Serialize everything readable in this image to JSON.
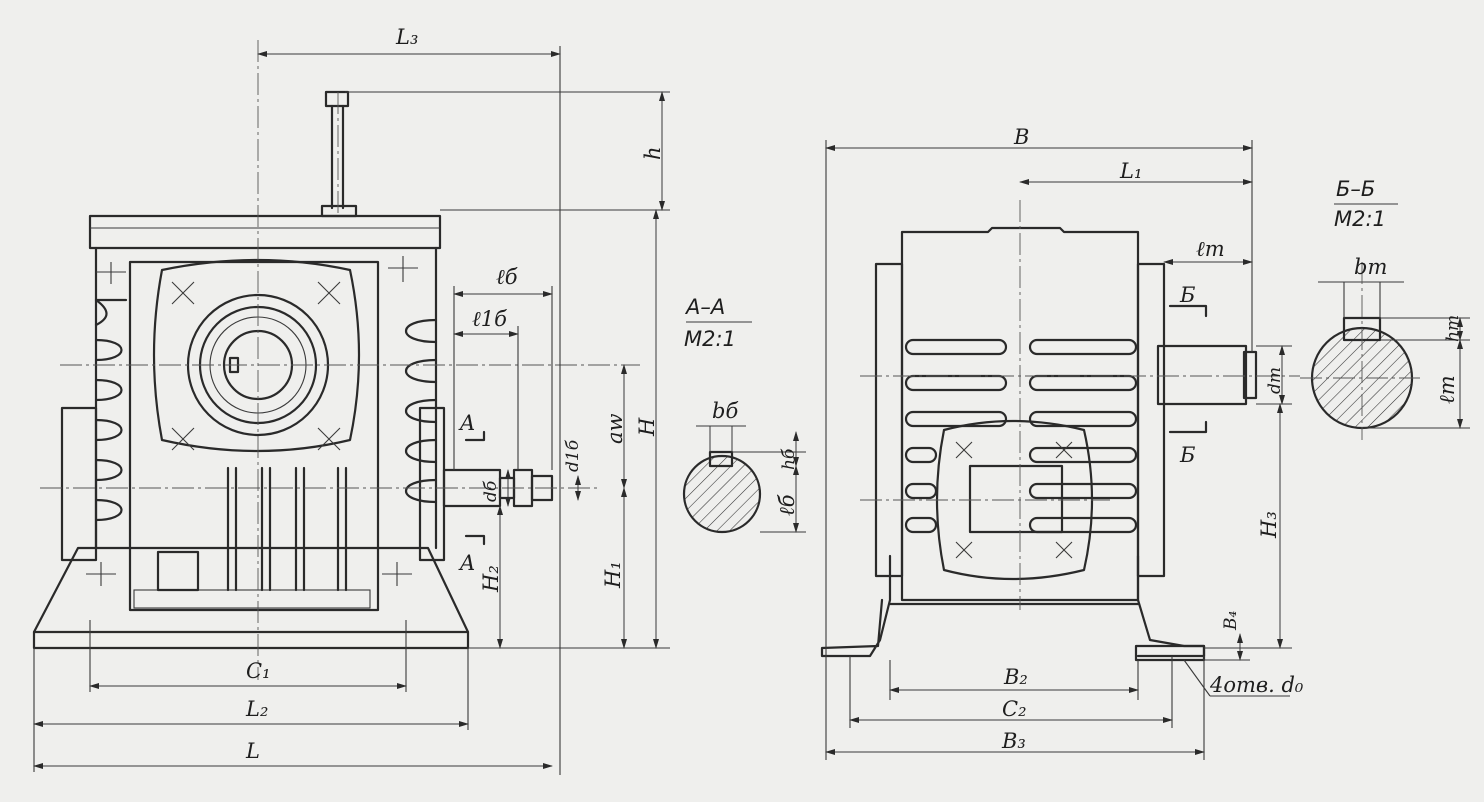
{
  "labels": {
    "L3": "L₃",
    "h": "h",
    "H": "H",
    "aw": "aw",
    "lb": "ℓб",
    "l1b": "ℓ1б",
    "db": "dб",
    "d1b": "d1б",
    "A_top": "A",
    "A_bottom": "A",
    "H2": "H₂",
    "H1": "H₁",
    "C1": "C₁",
    "L2": "L₂",
    "L": "L",
    "B": "B",
    "L1": "L₁",
    "lT": "ℓт",
    "B_top": "Б",
    "B_bottom": "Б",
    "dT": "dт",
    "H3": "H₃",
    "B4": "B₄",
    "holes": "4отв. d₀",
    "B2": "B₂",
    "C2": "C₂",
    "B3": "B₃",
    "bB": "bб",
    "hb": "hб",
    "lB_sec": "ℓб",
    "bT": "bт",
    "hT": "hт",
    "lT_sec": "ℓт"
  },
  "sections": {
    "aa_title": "A–A",
    "aa_scale": "M2:1",
    "bb_title": "Б–Б",
    "bb_scale": "M2:1"
  }
}
